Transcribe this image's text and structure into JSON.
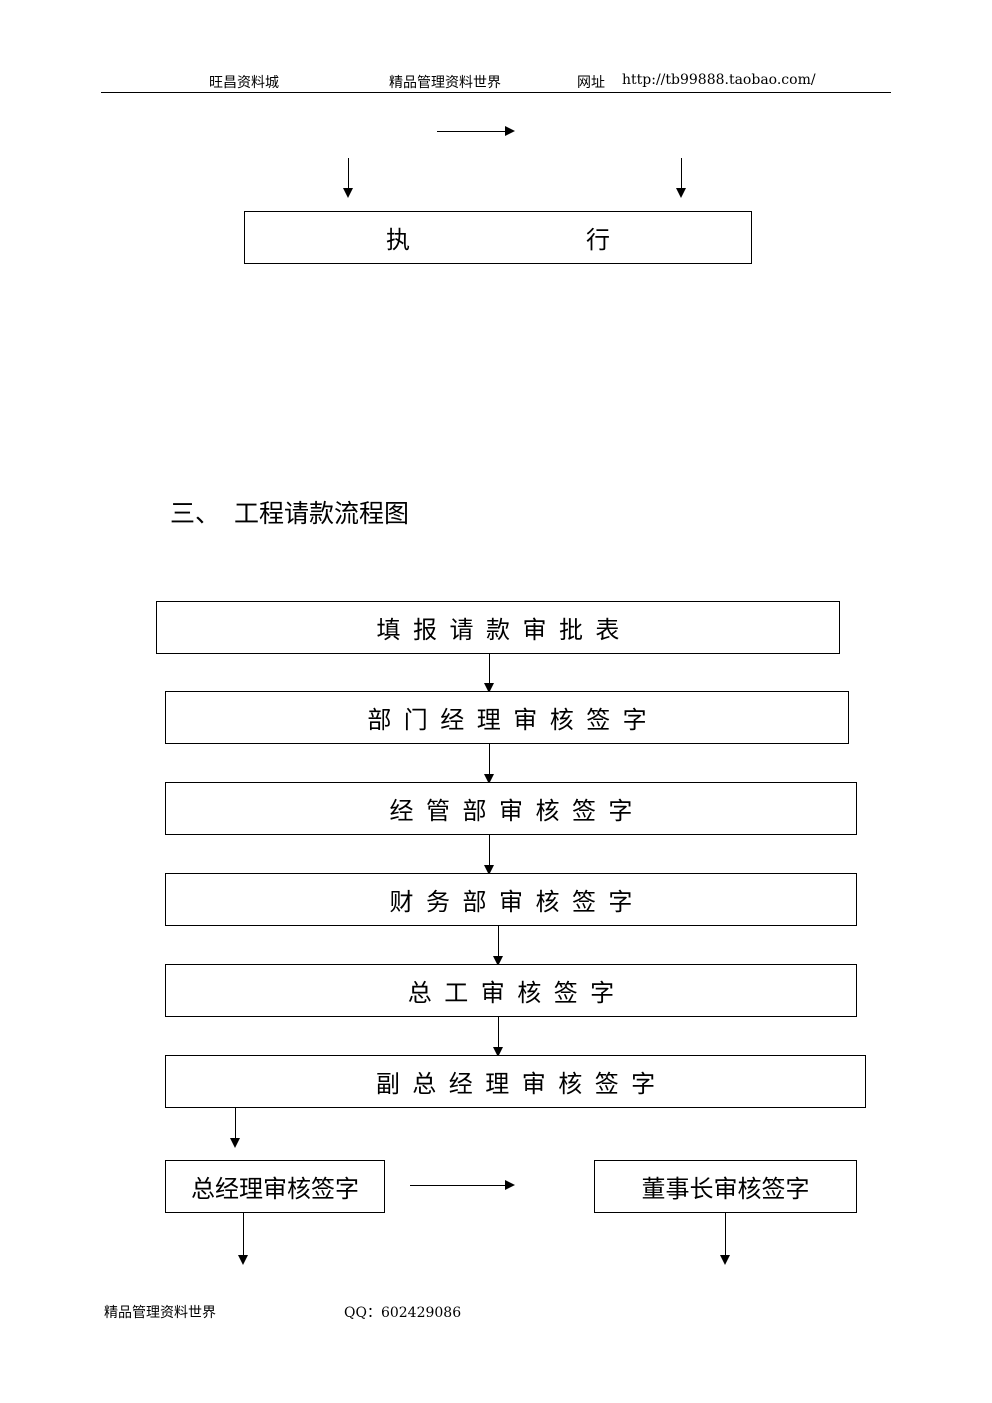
{
  "header": {
    "left": "旺昌资料城",
    "middle": "精品管理资料世界",
    "url_label": "网址",
    "url": "http://tb99888.taobao.com/"
  },
  "top_flow": {
    "execute_left": "执",
    "execute_right": "行"
  },
  "section": {
    "number": "三、",
    "title": "工程请款流程图"
  },
  "flow_steps": [
    "填报请款审批表",
    "部门经理审核签字",
    "经管部审核签字",
    "财务部审核签字",
    "总工审核签字",
    "副总经理审核签字"
  ],
  "final_steps": {
    "left": "总经理审核签字",
    "right": "董事长审核签字"
  },
  "footer": {
    "left": "精品管理资料世界",
    "qq": "QQ：602429086"
  }
}
